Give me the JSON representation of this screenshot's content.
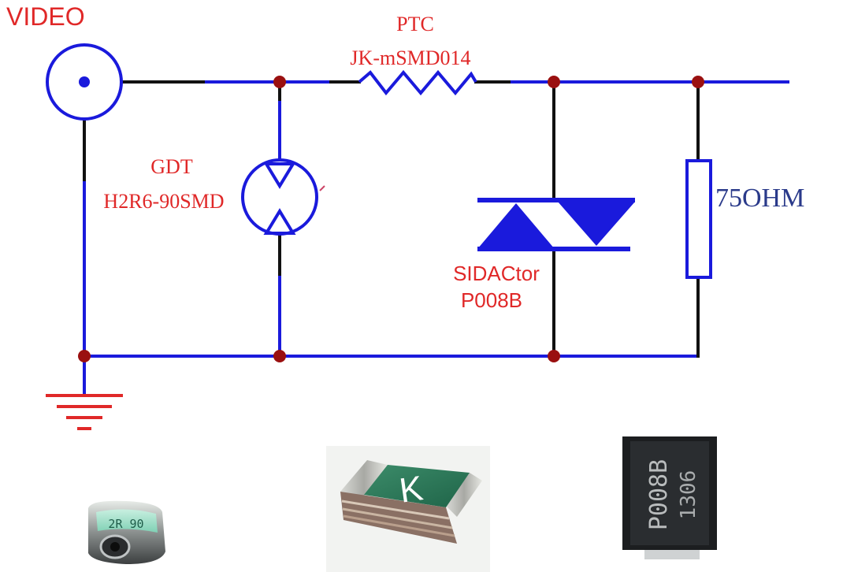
{
  "labels": {
    "video": "VIDEO",
    "ptc_title": "PTC",
    "ptc_part": "JK-mSMD014",
    "gdt_title": "GDT",
    "gdt_part": "H2R6-90SMD",
    "sidactor_title": "SIDACtor",
    "sidactor_part": "P008B",
    "resistor_value": "75OHM"
  },
  "photos": {
    "gdt_marking": "2R 90",
    "ptc_marking": "K",
    "sidactor_marking_line1": "P008B",
    "sidactor_marking_line2": "1306"
  },
  "colors": {
    "wire_blue": "#1a1adc",
    "wire_black": "#111111",
    "junction": "#9a1010",
    "label_red": "#e02828",
    "ground_red": "#e02828"
  }
}
